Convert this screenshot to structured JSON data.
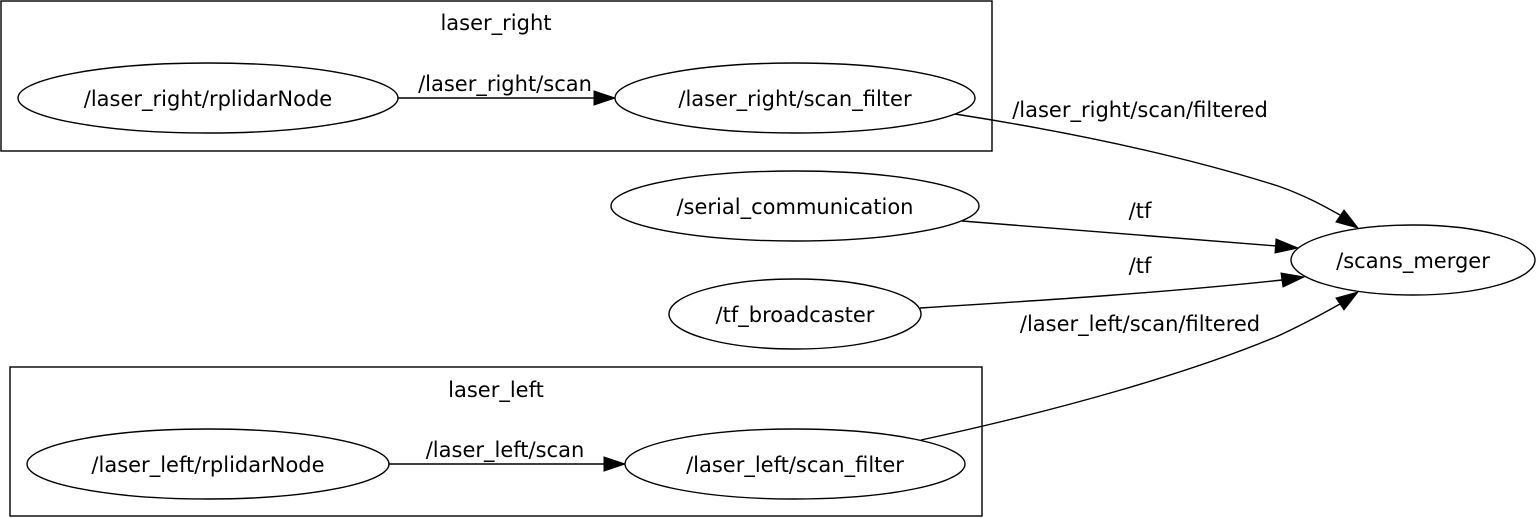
{
  "graph": {
    "clusters": {
      "laser_right": {
        "label": "laser_right"
      },
      "laser_left": {
        "label": "laser_left"
      }
    },
    "nodes": {
      "laser_right_rplidar": {
        "label": "/laser_right/rplidarNode"
      },
      "laser_right_filter": {
        "label": "/laser_right/scan_filter"
      },
      "serial_communication": {
        "label": "/serial_communication"
      },
      "tf_broadcaster": {
        "label": "/tf_broadcaster"
      },
      "scans_merger": {
        "label": "/scans_merger"
      },
      "laser_left_rplidar": {
        "label": "/laser_left/rplidarNode"
      },
      "laser_left_filter": {
        "label": "/laser_left/scan_filter"
      }
    },
    "edges": {
      "right_scan": {
        "label": "/laser_right/scan"
      },
      "right_filtered": {
        "label": "/laser_right/scan/filtered"
      },
      "serial_tf": {
        "label": "/tf"
      },
      "broadcaster_tf": {
        "label": "/tf"
      },
      "left_filtered": {
        "label": "/laser_left/scan/filtered"
      },
      "left_scan": {
        "label": "/laser_left/scan"
      }
    }
  }
}
